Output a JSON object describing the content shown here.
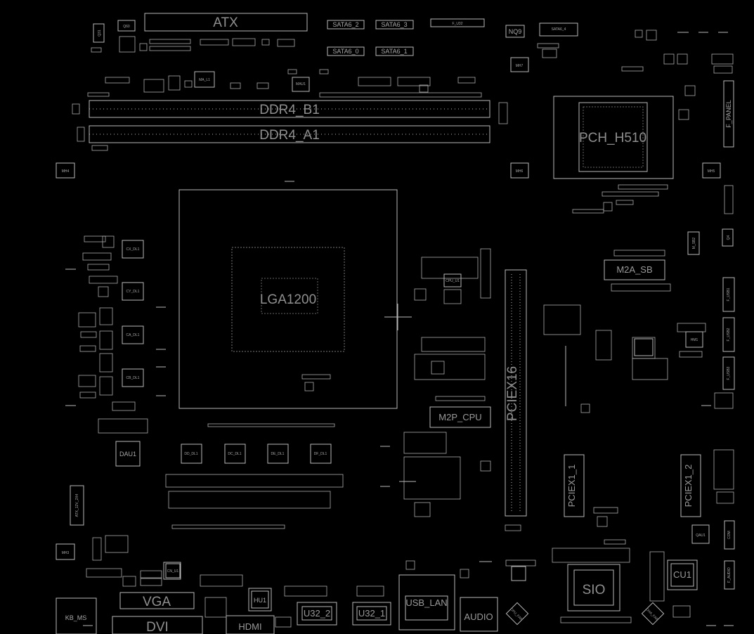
{
  "board": {
    "background_color": "#000000",
    "line_color": "#b8b8b8",
    "labels": {
      "atx": "ATX",
      "sata2": "SATA6_2",
      "sata3": "SATA6_3",
      "sata0": "SATA6_0",
      "sata1": "SATA6_1",
      "ddr4_b1": "DDR4_B1",
      "ddr4_a1": "DDR4_A1",
      "socket": "LGA1200",
      "pch": "PCH_H510",
      "pciex16": "PCIEX16",
      "pciex1_1": "PCIEX1_1",
      "pciex1_2": "PCIEX1_2",
      "m2p_cpu": "M2P_CPU",
      "m2a_sb": "M2A_SB",
      "sio": "SIO",
      "cu1": "CU1",
      "f_panel": "F_PANEL",
      "vga": "VGA",
      "dvi": "DVI",
      "hdmi": "HDMI",
      "kb_ms": "KB_MS",
      "usb_lan": "USB_LAN",
      "audio": "AUDIO",
      "usb2_2": "U32_2",
      "usb2_1": "U32_1",
      "hu1": "HU1",
      "dau1": "DAU1",
      "q31": "Q31",
      "q60": "Q60",
      "mh4": "MH4",
      "mh6": "MH6",
      "mh5": "MH5",
      "mh7": "MH7",
      "mh3": "MH3",
      "nq9": "NQ9",
      "f_usb1": "F_USB1",
      "f_usb2": "F_USB2",
      "f_usb3": "F_USB3",
      "com": "COM",
      "f_audio": "F_AUDIO",
      "q4": "Q4",
      "sata6_4": "SATA6_4",
      "f_u32": "F_U32",
      "cpu_fan": "CPU_FAN",
      "cha_fan": "CHA_FAN",
      "qau1": "QAU1",
      "m_sb": "M_SB2",
      "mau1": "MAU1",
      "ma_l1": "MA_L1",
      "cx_dl1": "CX_DL1",
      "cy_dl1": "CY_DL1",
      "ca_dl1": "CA_DL1",
      "cb_dl1": "CB_DL1",
      "dd_dl1": "DD_DL1",
      "dc_dl1": "DC_DL1",
      "de_dl1": "DE_DL1",
      "df_dl1": "DF_DL1",
      "atx12v": "ATX_12V_2X4",
      "cpu_u1": "CPU_U1",
      "hm1": "HM1",
      "cn_u1": "CN_U1"
    }
  }
}
